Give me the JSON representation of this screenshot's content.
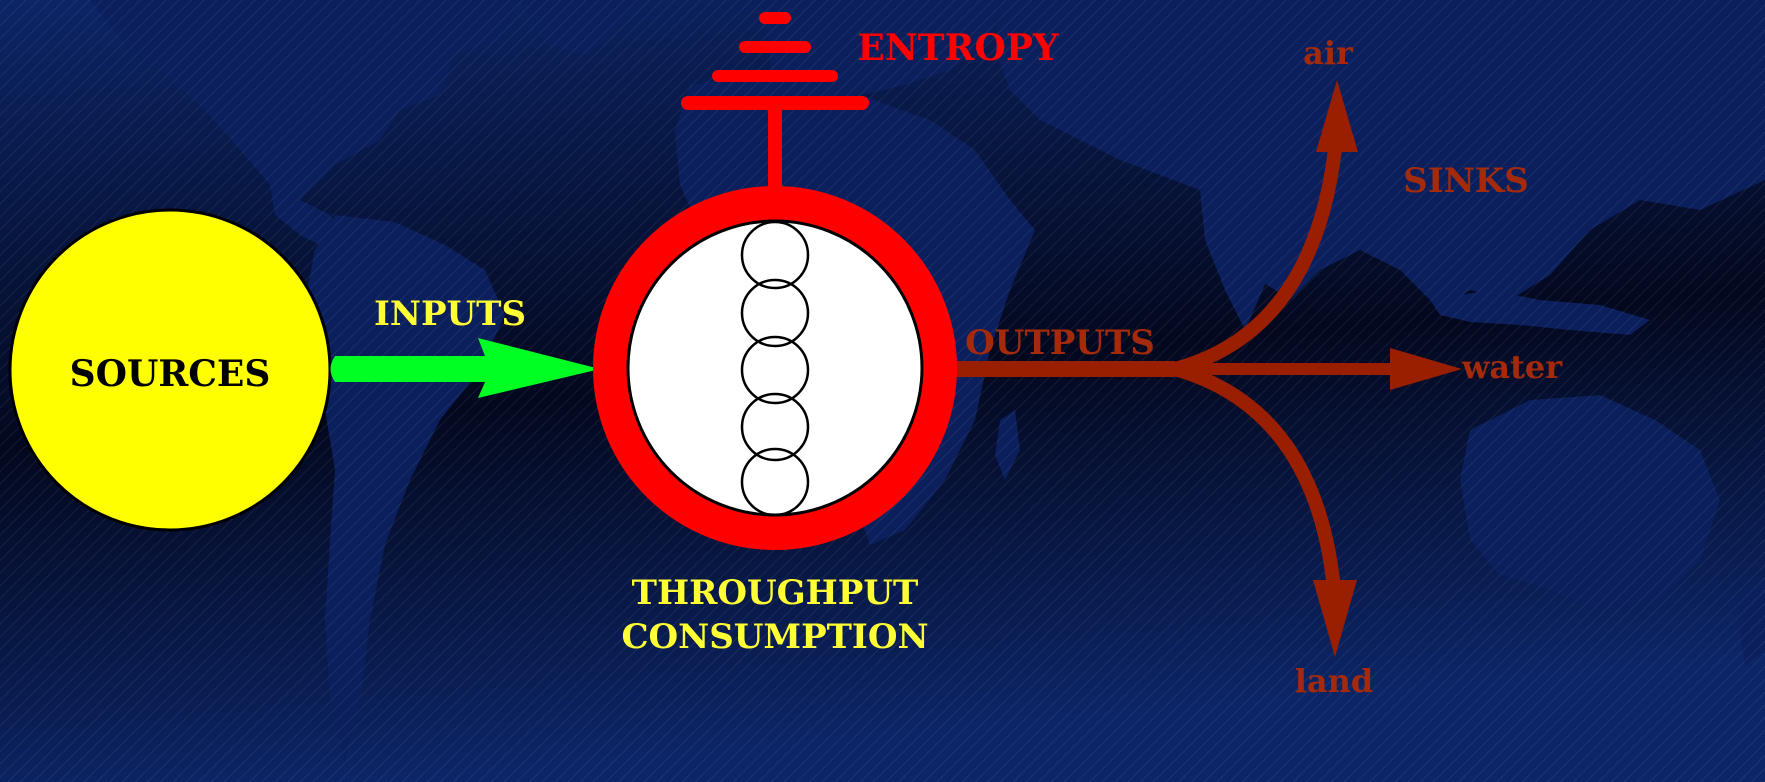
{
  "labels": {
    "sources": "SOURCES",
    "inputs": "INPUTS",
    "entropy": "ENTROPY",
    "outputs": "OUTPUTS",
    "sinks": "SINKS",
    "air": "air",
    "water": "water",
    "land": "land",
    "throughput_line1": "THROUGHPUT",
    "throughput_line2": "CONSUMPTION"
  },
  "colors": {
    "background_dark": "#03081e",
    "background_light": "#0c2566",
    "continents": "#0b1f5c",
    "sources_fill": "#ffff00",
    "inputs_arrow": "#00ff22",
    "yellow_text": "#ffff33",
    "entropy_red": "#ff0000",
    "outputs_brown": "#9a1e00",
    "brown_text": "#a42a0c",
    "core_fill": "#ffffff",
    "outline": "#000000"
  }
}
